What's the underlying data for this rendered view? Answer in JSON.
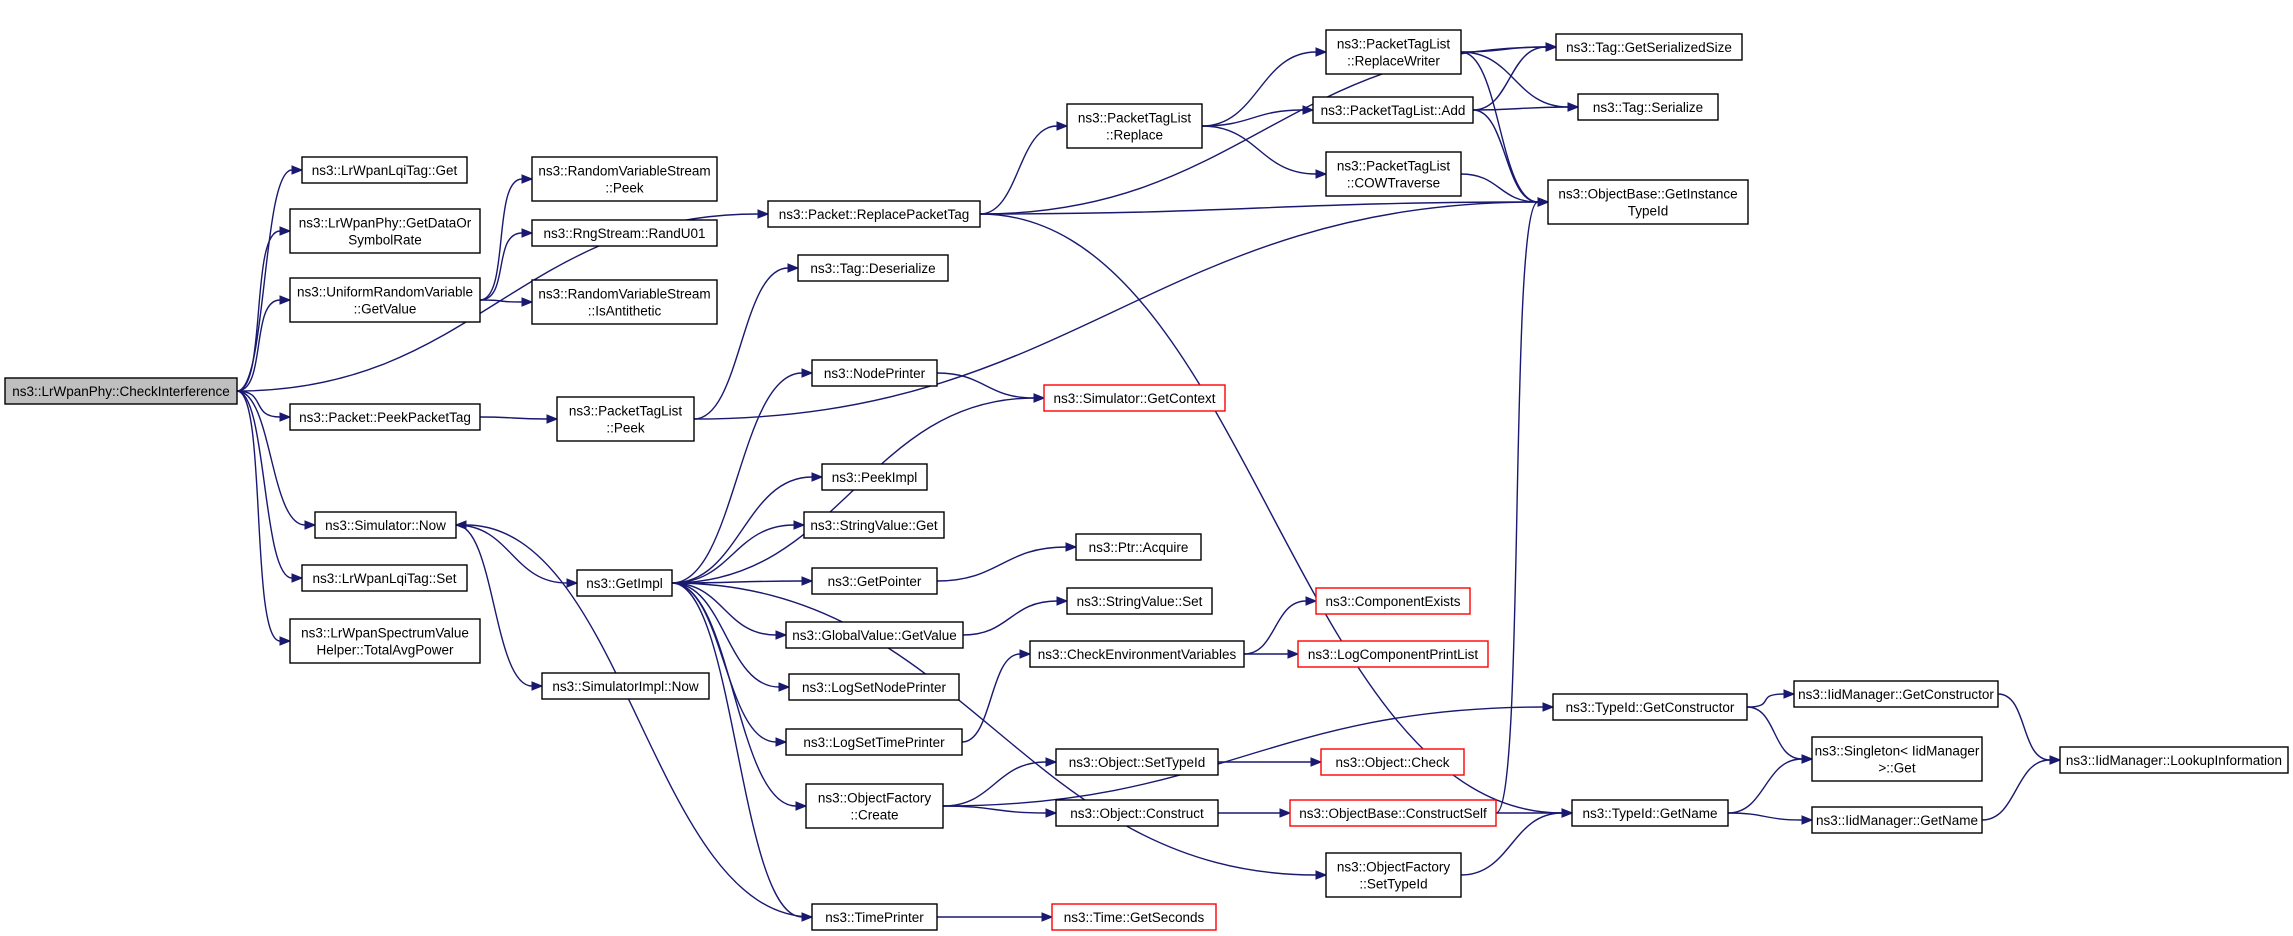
{
  "colors": {
    "edge": "#191970",
    "root_fill": "#bfbfbf",
    "node_border": "#000000",
    "truncated_border": "#ff0000"
  },
  "nodes": [
    {
      "id": "root",
      "lines": [
        "ns3::LrWpanPhy::CheckInterference"
      ],
      "style": "root"
    },
    {
      "id": "lqiGet",
      "lines": [
        "ns3::LrWpanLqiTag::Get"
      ]
    },
    {
      "id": "getDataOr",
      "lines": [
        "ns3::LrWpanPhy::GetDataOr",
        "SymbolRate"
      ]
    },
    {
      "id": "uniform",
      "lines": [
        "ns3::UniformRandomVariable",
        "::GetValue"
      ]
    },
    {
      "id": "rvsPeek",
      "lines": [
        "ns3::RandomVariableStream",
        "::Peek"
      ]
    },
    {
      "id": "randU01",
      "lines": [
        "ns3::RngStream::RandU01"
      ]
    },
    {
      "id": "rvsAnti",
      "lines": [
        "ns3::RandomVariableStream",
        "::IsAntithetic"
      ]
    },
    {
      "id": "peekPacketTag",
      "lines": [
        "ns3::Packet::PeekPacketTag"
      ]
    },
    {
      "id": "simNow",
      "lines": [
        "ns3::Simulator::Now"
      ]
    },
    {
      "id": "lqiSet",
      "lines": [
        "ns3::LrWpanLqiTag::Set"
      ]
    },
    {
      "id": "totalAvg",
      "lines": [
        "ns3::LrWpanSpectrumValue",
        "Helper::TotalAvgPower"
      ]
    },
    {
      "id": "replacePacketTag",
      "lines": [
        "ns3::Packet::ReplacePacketTag"
      ]
    },
    {
      "id": "tagDeser",
      "lines": [
        "ns3::Tag::Deserialize"
      ]
    },
    {
      "id": "ptlPeek",
      "lines": [
        "ns3::PacketTagList",
        "::Peek"
      ]
    },
    {
      "id": "getImpl",
      "lines": [
        "ns3::GetImpl"
      ]
    },
    {
      "id": "simImplNow",
      "lines": [
        "ns3::SimulatorImpl::Now"
      ]
    },
    {
      "id": "ptlReplace",
      "lines": [
        "ns3::PacketTagList",
        "::Replace"
      ]
    },
    {
      "id": "ptlReplaceWriter",
      "lines": [
        "ns3::PacketTagList",
        "::ReplaceWriter"
      ]
    },
    {
      "id": "ptlAdd",
      "lines": [
        "ns3::PacketTagList::Add"
      ]
    },
    {
      "id": "ptlCow",
      "lines": [
        "ns3::PacketTagList",
        "::COWTraverse"
      ]
    },
    {
      "id": "tagSize",
      "lines": [
        "ns3::Tag::GetSerializedSize"
      ]
    },
    {
      "id": "tagSer",
      "lines": [
        "ns3::Tag::Serialize"
      ]
    },
    {
      "id": "getInstance",
      "lines": [
        "ns3::ObjectBase::GetInstance",
        "TypeId"
      ]
    },
    {
      "id": "nodePrinter",
      "lines": [
        "ns3::NodePrinter"
      ]
    },
    {
      "id": "simContext",
      "lines": [
        "ns3::Simulator::GetContext"
      ],
      "style": "red"
    },
    {
      "id": "peekImpl",
      "lines": [
        "ns3::PeekImpl"
      ]
    },
    {
      "id": "strGet",
      "lines": [
        "ns3::StringValue::Get"
      ]
    },
    {
      "id": "getPointer",
      "lines": [
        "ns3::GetPointer"
      ]
    },
    {
      "id": "ptrAcquire",
      "lines": [
        "ns3::Ptr::Acquire"
      ]
    },
    {
      "id": "gvGet",
      "lines": [
        "ns3::GlobalValue::GetValue"
      ]
    },
    {
      "id": "strSet",
      "lines": [
        "ns3::StringValue::Set"
      ]
    },
    {
      "id": "logNode",
      "lines": [
        "ns3::LogSetNodePrinter"
      ]
    },
    {
      "id": "logTime",
      "lines": [
        "ns3::LogSetTimePrinter"
      ]
    },
    {
      "id": "ofCreate",
      "lines": [
        "ns3::ObjectFactory",
        "::Create"
      ]
    },
    {
      "id": "timePrinter",
      "lines": [
        "ns3::TimePrinter"
      ]
    },
    {
      "id": "compExists",
      "lines": [
        "ns3::ComponentExists"
      ],
      "style": "red"
    },
    {
      "id": "checkEnv",
      "lines": [
        "ns3::CheckEnvironmentVariables"
      ]
    },
    {
      "id": "logCompList",
      "lines": [
        "ns3::LogComponentPrintList"
      ],
      "style": "red"
    },
    {
      "id": "objSetTypeId",
      "lines": [
        "ns3::Object::SetTypeId"
      ]
    },
    {
      "id": "objCheck",
      "lines": [
        "ns3::Object::Check"
      ],
      "style": "red"
    },
    {
      "id": "objConstruct",
      "lines": [
        "ns3::Object::Construct"
      ]
    },
    {
      "id": "constructSelf",
      "lines": [
        "ns3::ObjectBase::ConstructSelf"
      ],
      "style": "red"
    },
    {
      "id": "ofSetTypeId",
      "lines": [
        "ns3::ObjectFactory",
        "::SetTypeId"
      ]
    },
    {
      "id": "timeSeconds",
      "lines": [
        "ns3::Time::GetSeconds"
      ],
      "style": "red"
    },
    {
      "id": "typeGetCtor",
      "lines": [
        "ns3::TypeId::GetConstructor"
      ]
    },
    {
      "id": "typeGetName",
      "lines": [
        "ns3::TypeId::GetName"
      ]
    },
    {
      "id": "iidGetCtor",
      "lines": [
        "ns3::IidManager::GetConstructor"
      ]
    },
    {
      "id": "singletonGet",
      "lines": [
        "ns3::Singleton< IidManager",
        ">::Get"
      ]
    },
    {
      "id": "iidGetName",
      "lines": [
        "ns3::IidManager::GetName"
      ]
    },
    {
      "id": "iidLookup",
      "lines": [
        "ns3::IidManager::LookupInformation"
      ]
    }
  ],
  "edges": [
    [
      "root",
      "lqiGet"
    ],
    [
      "root",
      "getDataOr"
    ],
    [
      "root",
      "uniform"
    ],
    [
      "root",
      "replacePacketTag"
    ],
    [
      "root",
      "peekPacketTag"
    ],
    [
      "root",
      "simNow"
    ],
    [
      "root",
      "lqiSet"
    ],
    [
      "root",
      "totalAvg"
    ],
    [
      "uniform",
      "rvsPeek"
    ],
    [
      "uniform",
      "randU01"
    ],
    [
      "uniform",
      "rvsAnti"
    ],
    [
      "peekPacketTag",
      "ptlPeek"
    ],
    [
      "ptlPeek",
      "tagDeser"
    ],
    [
      "ptlPeek",
      "getInstance"
    ],
    [
      "simNow",
      "getImpl"
    ],
    [
      "simNow",
      "simImplNow"
    ],
    [
      "replacePacketTag",
      "ptlReplace"
    ],
    [
      "replacePacketTag",
      "tagSize"
    ],
    [
      "replacePacketTag",
      "getInstance"
    ],
    [
      "replacePacketTag",
      "typeGetName"
    ],
    [
      "ptlReplace",
      "ptlReplaceWriter"
    ],
    [
      "ptlReplace",
      "ptlAdd"
    ],
    [
      "ptlReplace",
      "ptlCow"
    ],
    [
      "ptlReplaceWriter",
      "tagSize"
    ],
    [
      "ptlReplaceWriter",
      "tagSer"
    ],
    [
      "ptlReplaceWriter",
      "getInstance"
    ],
    [
      "ptlAdd",
      "tagSize"
    ],
    [
      "ptlAdd",
      "tagSer"
    ],
    [
      "ptlAdd",
      "getInstance"
    ],
    [
      "ptlCow",
      "getInstance"
    ],
    [
      "getImpl",
      "nodePrinter"
    ],
    [
      "getImpl",
      "simContext"
    ],
    [
      "getImpl",
      "peekImpl"
    ],
    [
      "getImpl",
      "strGet"
    ],
    [
      "getImpl",
      "getPointer"
    ],
    [
      "getImpl",
      "gvGet"
    ],
    [
      "getImpl",
      "logNode"
    ],
    [
      "getImpl",
      "logTime"
    ],
    [
      "getImpl",
      "ofCreate"
    ],
    [
      "getImpl",
      "timePrinter"
    ],
    [
      "getImpl",
      "ofSetTypeId"
    ],
    [
      "nodePrinter",
      "simContext"
    ],
    [
      "getPointer",
      "ptrAcquire"
    ],
    [
      "gvGet",
      "strSet"
    ],
    [
      "logTime",
      "checkEnv"
    ],
    [
      "checkEnv",
      "compExists"
    ],
    [
      "checkEnv",
      "logCompList"
    ],
    [
      "ofCreate",
      "objSetTypeId"
    ],
    [
      "ofCreate",
      "objConstruct"
    ],
    [
      "ofCreate",
      "typeGetCtor"
    ],
    [
      "objSetTypeId",
      "objCheck"
    ],
    [
      "objConstruct",
      "constructSelf"
    ],
    [
      "constructSelf",
      "getInstance"
    ],
    [
      "constructSelf",
      "typeGetName"
    ],
    [
      "ofSetTypeId",
      "typeGetName"
    ],
    [
      "timePrinter",
      "timeSeconds"
    ],
    [
      "timePrinter",
      "simNow"
    ],
    [
      "typeGetCtor",
      "iidGetCtor"
    ],
    [
      "typeGetCtor",
      "singletonGet"
    ],
    [
      "typeGetName",
      "singletonGet"
    ],
    [
      "typeGetName",
      "iidGetName"
    ],
    [
      "iidGetCtor",
      "iidLookup"
    ],
    [
      "iidGetName",
      "iidLookup"
    ]
  ]
}
